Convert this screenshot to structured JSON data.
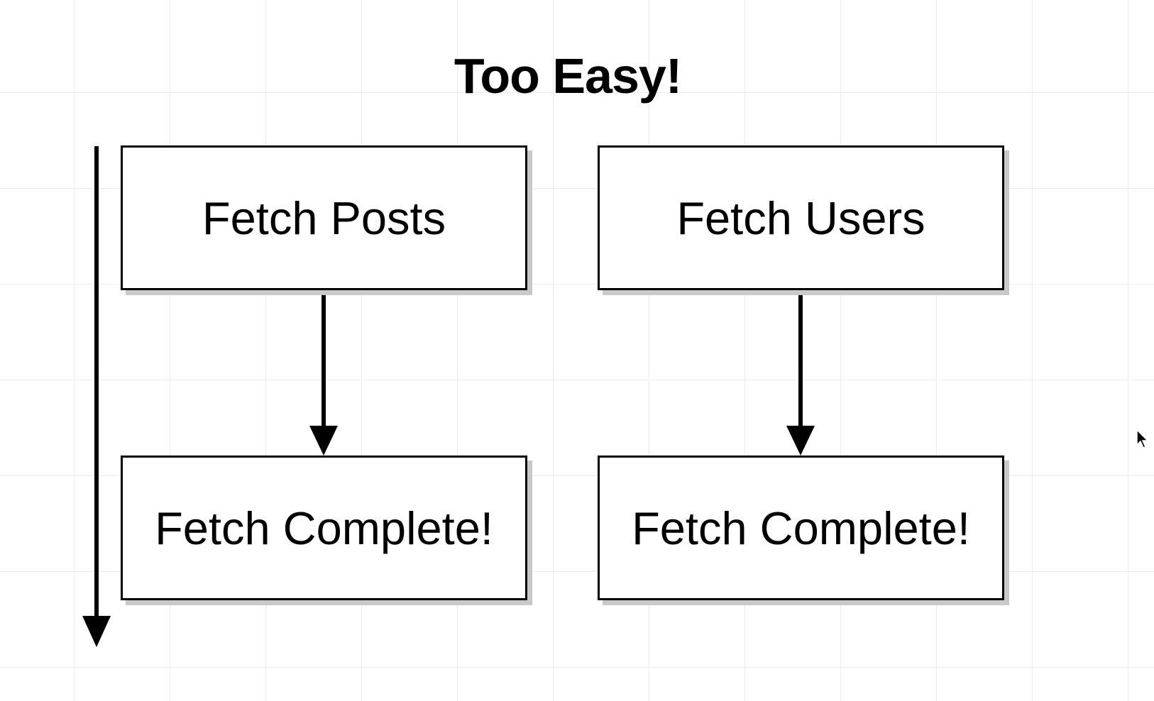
{
  "title": "Too Easy!",
  "columns": [
    {
      "start_label": "Fetch Posts",
      "end_label": "Fetch Complete!"
    },
    {
      "start_label": "Fetch Users",
      "end_label": "Fetch Complete!"
    }
  ],
  "connectors": [
    {
      "from": "Fetch Posts",
      "to": "Fetch Complete!"
    },
    {
      "from": "Fetch Users",
      "to": "Fetch Complete!"
    }
  ],
  "timeline_arrow": {
    "direction": "down"
  },
  "colors": {
    "background": "#ffffff",
    "grid": "#ececec",
    "stroke": "#000000",
    "shadow": "#c9c9c9"
  },
  "icons": [
    "mouse-pointer-icon"
  ]
}
